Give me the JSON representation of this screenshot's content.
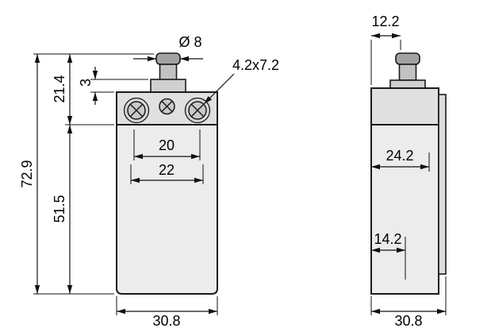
{
  "front_view": {
    "overall_height": "72.9",
    "upper_height": "21.4",
    "travel": "3",
    "lower_height": "51.5",
    "plunger_diameter": "Ø 8",
    "slot_size": "4.2x7.2",
    "hole_spacing_inner": "20",
    "hole_spacing_outer": "22",
    "body_width": "30.8"
  },
  "side_view": {
    "head_depth": "12.2",
    "mid_depth": "24.2",
    "hole_offset": "14.2",
    "body_depth": "30.8"
  }
}
